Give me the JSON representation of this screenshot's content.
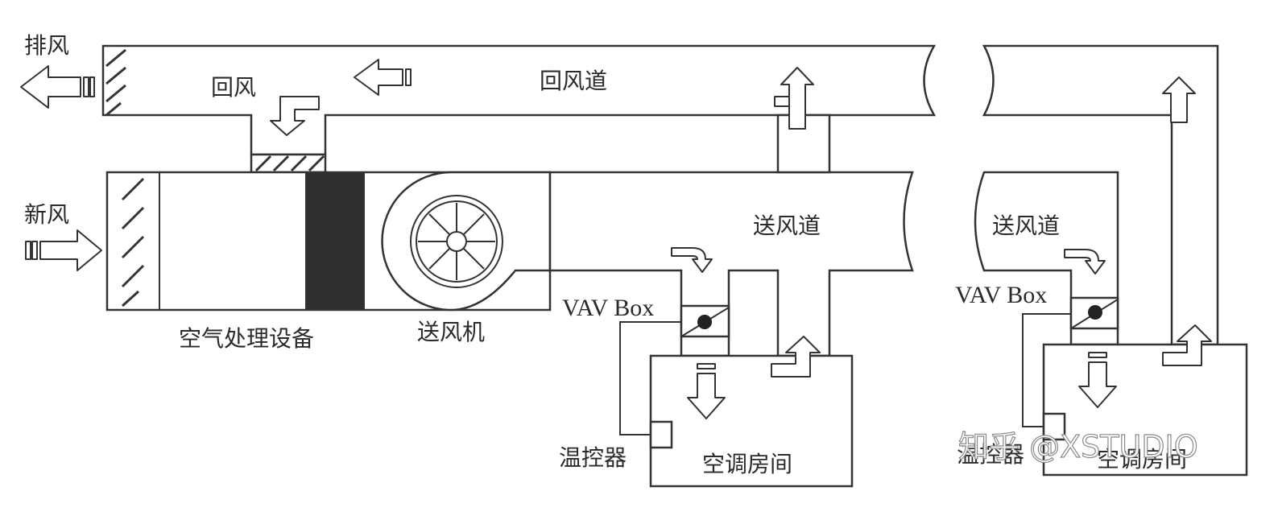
{
  "labels": {
    "exhaust": "排风",
    "return_air": "回风",
    "return_duct": "回风道",
    "fresh_air": "新风",
    "supply_duct_1": "送风道",
    "supply_duct_2": "送风道",
    "ahu": "空气处理设备",
    "supply_fan": "送风机",
    "vav_box_1": "VAV Box",
    "vav_box_2": "VAV Box",
    "thermostat_1": "温控器",
    "thermostat_2": "温控器",
    "room_1": "空调房间",
    "room_2": "空调房间"
  },
  "watermark": "知乎 @XSTUDIO",
  "colors": {
    "line": "#333333",
    "filter_fill": "#2f2f2f",
    "background": "#ffffff"
  }
}
